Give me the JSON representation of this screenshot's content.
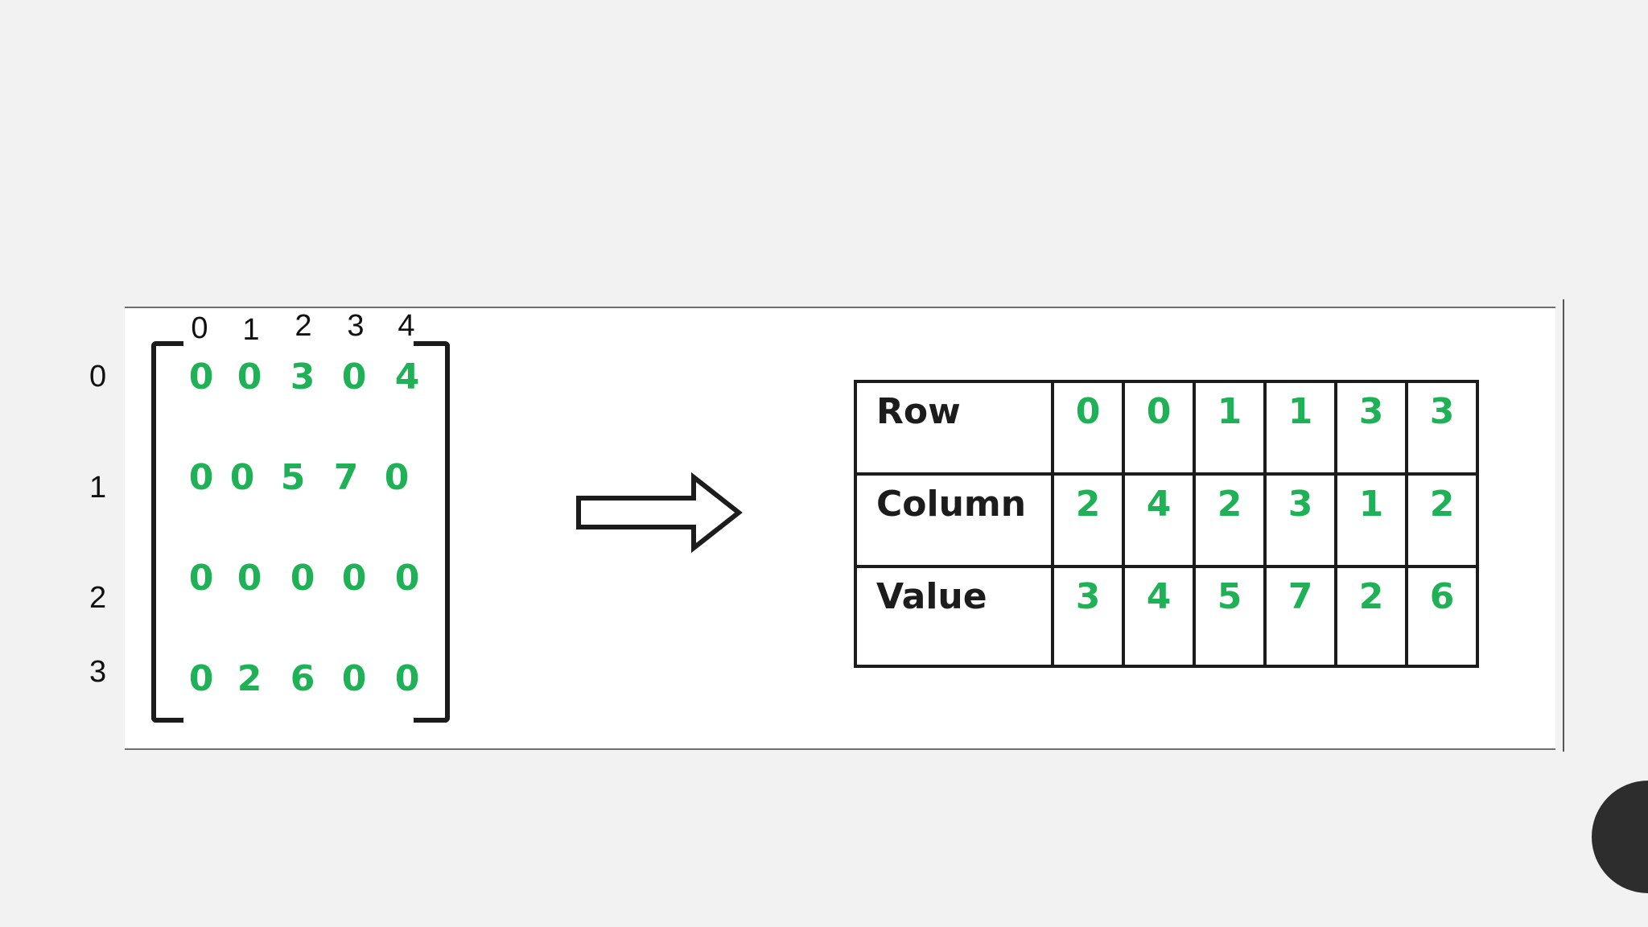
{
  "matrix": {
    "column_indices": [
      "0",
      "1",
      "2",
      "3",
      "4"
    ],
    "row_indices": [
      "0",
      "1",
      "2",
      "3"
    ],
    "rows": [
      [
        "0",
        "0",
        "3",
        "0",
        "4"
      ],
      [
        "0",
        "0",
        "5",
        "7",
        "0"
      ],
      [
        "0",
        "0",
        "0",
        "0",
        "0"
      ],
      [
        "0",
        "2",
        "6",
        "0",
        "0"
      ]
    ],
    "value_color": "#1fb156"
  },
  "arrow_icon": "right-arrow-icon",
  "table": {
    "rows": [
      {
        "label": "Row",
        "values": [
          "0",
          "0",
          "1",
          "1",
          "3",
          "3"
        ]
      },
      {
        "label": "Column",
        "values": [
          "2",
          "4",
          "2",
          "3",
          "1",
          "2"
        ]
      },
      {
        "label": "Value",
        "values": [
          "3",
          "4",
          "5",
          "7",
          "2",
          "6"
        ]
      }
    ]
  }
}
